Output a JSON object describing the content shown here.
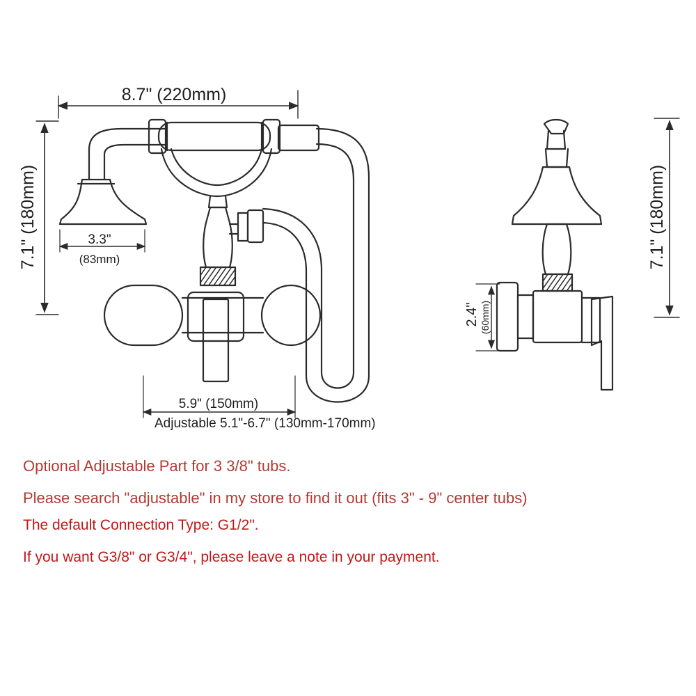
{
  "dimensions": {
    "total_width": "8.7\" (220mm)",
    "height_left": "7.1\" (180mm)",
    "height_right": "7.1\" (180mm)",
    "head_diameter": "3.3\"",
    "head_diameter_mm": "(83mm)",
    "center_spacing": "5.9\" (150mm)",
    "adjustable_range": "Adjustable 5.1\"-6.7\" (130mm-170mm)",
    "side_height": "2.4\"",
    "side_height_mm": "(60mm)"
  },
  "notes": {
    "optional_part": "Optional Adjustable Part for 3 3/8\" tubs.",
    "search_hint": "Please search \"adjustable\" in my store to find it out (fits 3\" - 9\" center tubs)",
    "default_connection": "The default Connection Type: G1/2\".",
    "alternative_connection": "If you want G3/8\" or G3/4\", please leave a note in your payment."
  },
  "colors": {
    "line": "#2b2b2b",
    "note_red": "#b23a32",
    "note_dark_red": "#c01818"
  }
}
